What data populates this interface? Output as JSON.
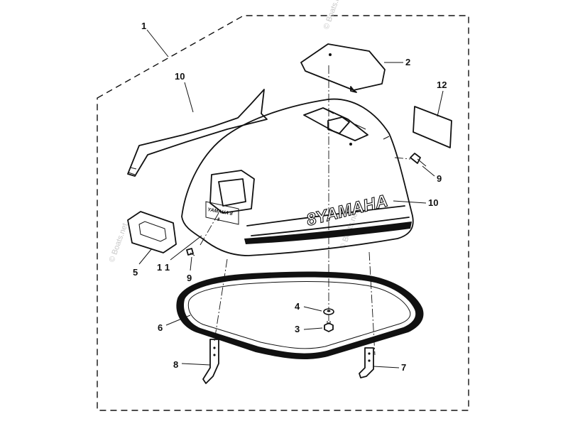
{
  "diagram": {
    "callouts": {
      "c1": "1",
      "c2": "2",
      "c3": "3",
      "c4": "4",
      "c5": "5",
      "c6": "6",
      "c7": "7",
      "c8": "8",
      "c9a": "9",
      "c9b": "9",
      "c10a": "10",
      "c10b": "10",
      "c11": "1 1",
      "c12": "12"
    },
    "cowl_brand": "8YAMAHA",
    "badge_text": "YAMAHA 8",
    "badge_small": "8",
    "watermarks": [
      "© Boats.net",
      "© Boats.net",
      "© Boats.net"
    ]
  }
}
